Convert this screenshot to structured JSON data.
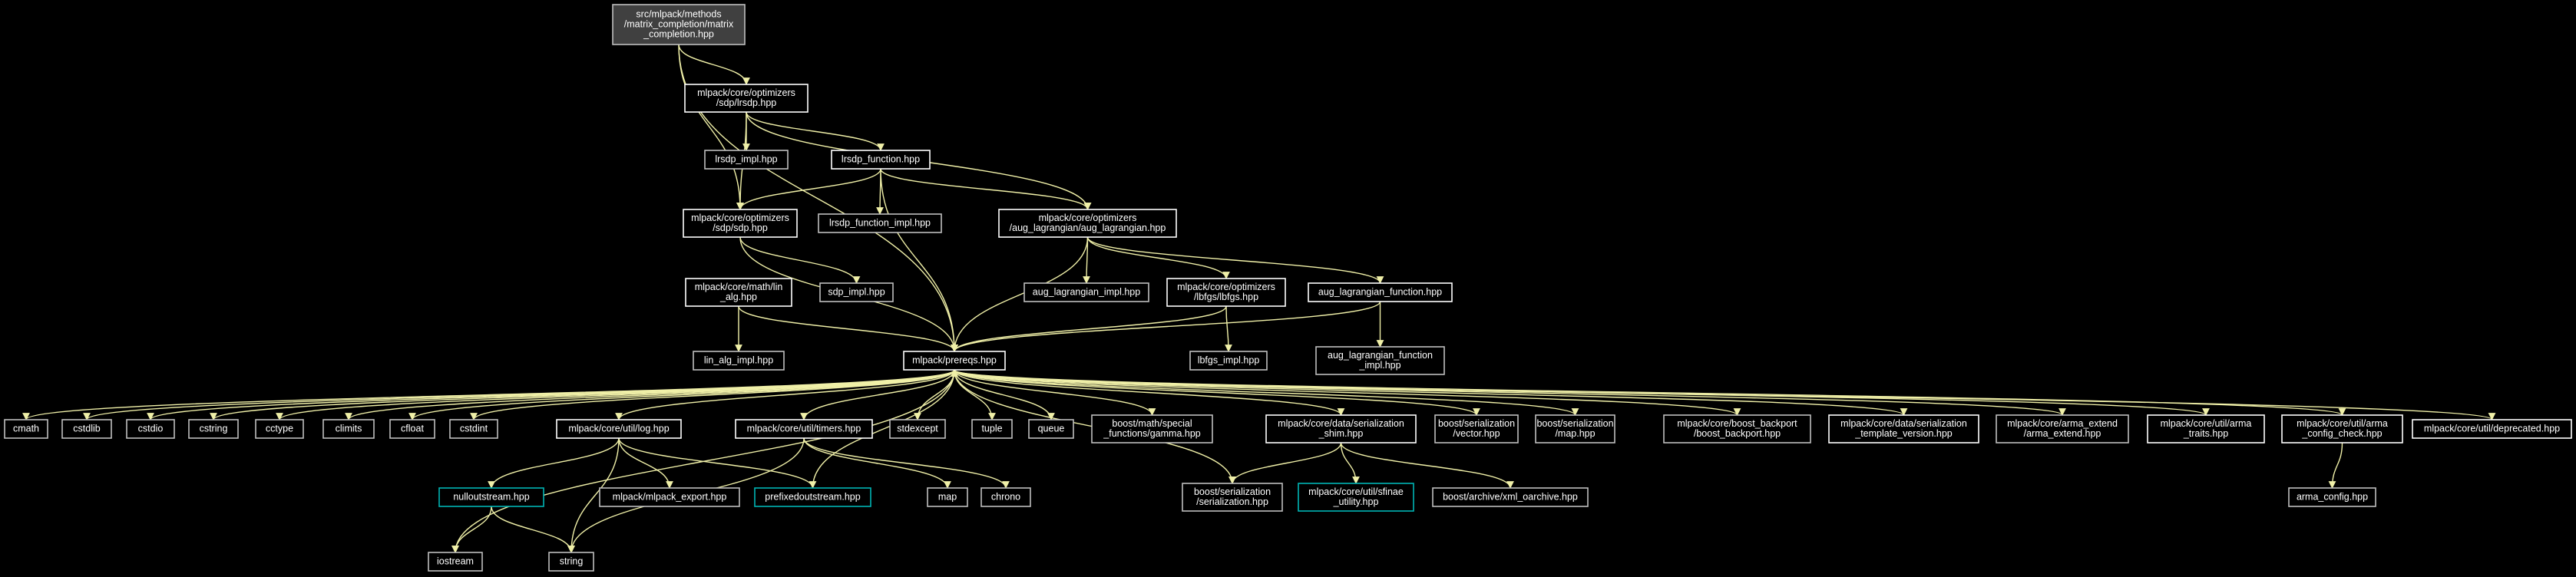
{
  "graph": {
    "colors": {
      "background": "#000000",
      "edge": "#f0f0a8",
      "root_fill": "#404040",
      "border_linked": "#ffffff",
      "border_plain": "#bfbfbf",
      "border_highlight": "#00b4b4",
      "text": "#ffffff"
    },
    "nodes": [
      {
        "id": "root",
        "lines": [
          "src/mlpack/methods",
          "/matrix_completion/matrix",
          "_completion.hpp"
        ],
        "style": "root"
      },
      {
        "id": "lrsdp",
        "lines": [
          "mlpack/core/optimizers",
          "/sdp/lrsdp.hpp"
        ],
        "style": "linked"
      },
      {
        "id": "lrsdp_impl",
        "lines": [
          "lrsdp_impl.hpp"
        ],
        "style": "plain"
      },
      {
        "id": "lrsdp_function",
        "lines": [
          "lrsdp_function.hpp"
        ],
        "style": "linked"
      },
      {
        "id": "sdp",
        "lines": [
          "mlpack/core/optimizers",
          "/sdp/sdp.hpp"
        ],
        "style": "linked"
      },
      {
        "id": "lrsdp_function_impl",
        "lines": [
          "lrsdp_function_impl.hpp"
        ],
        "style": "plain"
      },
      {
        "id": "aug_lag",
        "lines": [
          "mlpack/core/optimizers",
          "/aug_lagrangian/aug_lagrangian.hpp"
        ],
        "style": "linked"
      },
      {
        "id": "lin_alg",
        "lines": [
          "mlpack/core/math/lin",
          "_alg.hpp"
        ],
        "style": "linked"
      },
      {
        "id": "sdp_impl",
        "lines": [
          "sdp_impl.hpp"
        ],
        "style": "plain"
      },
      {
        "id": "aug_lag_impl",
        "lines": [
          "aug_lagrangian_impl.hpp"
        ],
        "style": "plain"
      },
      {
        "id": "lbfgs",
        "lines": [
          "mlpack/core/optimizers",
          "/lbfgs/lbfgs.hpp"
        ],
        "style": "linked"
      },
      {
        "id": "aug_lag_func",
        "lines": [
          "aug_lagrangian_function.hpp"
        ],
        "style": "linked"
      },
      {
        "id": "lin_alg_impl",
        "lines": [
          "lin_alg_impl.hpp"
        ],
        "style": "plain"
      },
      {
        "id": "prereqs",
        "lines": [
          "mlpack/prereqs.hpp"
        ],
        "style": "linked"
      },
      {
        "id": "lbfgs_impl",
        "lines": [
          "lbfgs_impl.hpp"
        ],
        "style": "plain"
      },
      {
        "id": "aug_lag_func_impl",
        "lines": [
          "aug_lagrangian_function",
          "_impl.hpp"
        ],
        "style": "plain"
      },
      {
        "id": "cmath",
        "lines": [
          "cmath"
        ],
        "style": "plain"
      },
      {
        "id": "cstdlib",
        "lines": [
          "cstdlib"
        ],
        "style": "plain"
      },
      {
        "id": "cstdio",
        "lines": [
          "cstdio"
        ],
        "style": "plain"
      },
      {
        "id": "cstring",
        "lines": [
          "cstring"
        ],
        "style": "plain"
      },
      {
        "id": "cctype",
        "lines": [
          "cctype"
        ],
        "style": "plain"
      },
      {
        "id": "climits",
        "lines": [
          "climits"
        ],
        "style": "plain"
      },
      {
        "id": "cfloat",
        "lines": [
          "cfloat"
        ],
        "style": "plain"
      },
      {
        "id": "cstdint",
        "lines": [
          "cstdint"
        ],
        "style": "plain"
      },
      {
        "id": "log",
        "lines": [
          "mlpack/core/util/log.hpp"
        ],
        "style": "linked"
      },
      {
        "id": "timers",
        "lines": [
          "mlpack/core/util/timers.hpp"
        ],
        "style": "linked"
      },
      {
        "id": "stdexcept",
        "lines": [
          "stdexcept"
        ],
        "style": "plain"
      },
      {
        "id": "tuple",
        "lines": [
          "tuple"
        ],
        "style": "plain"
      },
      {
        "id": "queue",
        "lines": [
          "queue"
        ],
        "style": "plain"
      },
      {
        "id": "gamma",
        "lines": [
          "boost/math/special",
          "_functions/gamma.hpp"
        ],
        "style": "plain"
      },
      {
        "id": "ser_shim",
        "lines": [
          "mlpack/core/data/serialization",
          "_shim.hpp"
        ],
        "style": "linked"
      },
      {
        "id": "ser_vector",
        "lines": [
          "boost/serialization",
          "/vector.hpp"
        ],
        "style": "plain"
      },
      {
        "id": "ser_map",
        "lines": [
          "boost/serialization",
          "/map.hpp"
        ],
        "style": "plain"
      },
      {
        "id": "boost_backport",
        "lines": [
          "mlpack/core/boost_backport",
          "/boost_backport.hpp"
        ],
        "style": "plain"
      },
      {
        "id": "ser_template",
        "lines": [
          "mlpack/core/data/serialization",
          "_template_version.hpp"
        ],
        "style": "linked"
      },
      {
        "id": "arma_extend",
        "lines": [
          "mlpack/core/arma_extend",
          "/arma_extend.hpp"
        ],
        "style": "plain"
      },
      {
        "id": "arma_traits",
        "lines": [
          "mlpack/core/util/arma",
          "_traits.hpp"
        ],
        "style": "linked"
      },
      {
        "id": "arma_config_check",
        "lines": [
          "mlpack/core/util/arma",
          "_config_check.hpp"
        ],
        "style": "linked"
      },
      {
        "id": "deprecated",
        "lines": [
          "mlpack/core/util/deprecated.hpp"
        ],
        "style": "linked"
      },
      {
        "id": "nulloutstream",
        "lines": [
          "nulloutstream.hpp"
        ],
        "style": "highlight"
      },
      {
        "id": "mlpack_export",
        "lines": [
          "mlpack/mlpack_export.hpp"
        ],
        "style": "plain"
      },
      {
        "id": "prefixedoutstream",
        "lines": [
          "prefixedoutstream.hpp"
        ],
        "style": "highlight"
      },
      {
        "id": "map",
        "lines": [
          "map"
        ],
        "style": "plain"
      },
      {
        "id": "chrono",
        "lines": [
          "chrono"
        ],
        "style": "plain"
      },
      {
        "id": "ser_serialization",
        "lines": [
          "boost/serialization",
          "/serialization.hpp"
        ],
        "style": "plain"
      },
      {
        "id": "sfinae",
        "lines": [
          "mlpack/core/util/sfinae",
          "_utility.hpp"
        ],
        "style": "highlight"
      },
      {
        "id": "xml_oarchive",
        "lines": [
          "boost/archive/xml_oarchive.hpp"
        ],
        "style": "plain"
      },
      {
        "id": "arma_config",
        "lines": [
          "arma_config.hpp"
        ],
        "style": "plain"
      },
      {
        "id": "iostream",
        "lines": [
          "iostream"
        ],
        "style": "plain"
      },
      {
        "id": "string",
        "lines": [
          "string"
        ],
        "style": "plain"
      }
    ],
    "edges": [
      [
        "root",
        "lrsdp"
      ],
      [
        "root",
        "sdp"
      ],
      [
        "root",
        "prereqs"
      ],
      [
        "lrsdp",
        "lrsdp_impl"
      ],
      [
        "lrsdp",
        "lrsdp_function"
      ],
      [
        "lrsdp",
        "sdp"
      ],
      [
        "lrsdp",
        "aug_lag"
      ],
      [
        "lrsdp_function",
        "sdp"
      ],
      [
        "lrsdp_function",
        "lrsdp_function_impl"
      ],
      [
        "lrsdp_function",
        "aug_lag"
      ],
      [
        "lrsdp_function",
        "prereqs"
      ],
      [
        "sdp",
        "sdp_impl"
      ],
      [
        "sdp",
        "prereqs"
      ],
      [
        "aug_lag",
        "prereqs"
      ],
      [
        "aug_lag",
        "aug_lag_impl"
      ],
      [
        "aug_lag",
        "lbfgs"
      ],
      [
        "aug_lag",
        "aug_lag_func"
      ],
      [
        "lin_alg",
        "prereqs"
      ],
      [
        "lin_alg",
        "lin_alg_impl"
      ],
      [
        "lbfgs",
        "prereqs"
      ],
      [
        "lbfgs",
        "lbfgs_impl"
      ],
      [
        "aug_lag_func",
        "prereqs"
      ],
      [
        "aug_lag_func",
        "aug_lag_func_impl"
      ],
      [
        "prereqs",
        "cmath"
      ],
      [
        "prereqs",
        "cstdlib"
      ],
      [
        "prereqs",
        "cstdio"
      ],
      [
        "prereqs",
        "cstring"
      ],
      [
        "prereqs",
        "cctype"
      ],
      [
        "prereqs",
        "climits"
      ],
      [
        "prereqs",
        "cfloat"
      ],
      [
        "prereqs",
        "cstdint"
      ],
      [
        "prereqs",
        "log"
      ],
      [
        "prereqs",
        "timers"
      ],
      [
        "prereqs",
        "stdexcept"
      ],
      [
        "prereqs",
        "tuple"
      ],
      [
        "prereqs",
        "queue"
      ],
      [
        "prereqs",
        "gamma"
      ],
      [
        "prereqs",
        "ser_shim"
      ],
      [
        "prereqs",
        "ser_vector"
      ],
      [
        "prereqs",
        "ser_map"
      ],
      [
        "prereqs",
        "boost_backport"
      ],
      [
        "prereqs",
        "ser_template"
      ],
      [
        "prereqs",
        "arma_extend"
      ],
      [
        "prereqs",
        "arma_traits"
      ],
      [
        "prereqs",
        "arma_config_check"
      ],
      [
        "prereqs",
        "deprecated"
      ],
      [
        "prereqs",
        "iostream"
      ],
      [
        "prereqs",
        "ser_serialization"
      ],
      [
        "log",
        "nulloutstream"
      ],
      [
        "log",
        "mlpack_export"
      ],
      [
        "log",
        "prefixedoutstream"
      ],
      [
        "log",
        "string"
      ],
      [
        "prefixedoutstream",
        "prereqs"
      ],
      [
        "nulloutstream",
        "iostream"
      ],
      [
        "nulloutstream",
        "string"
      ],
      [
        "timers",
        "map"
      ],
      [
        "timers",
        "chrono"
      ],
      [
        "timers",
        "string"
      ],
      [
        "ser_shim",
        "ser_serialization"
      ],
      [
        "ser_shim",
        "sfinae"
      ],
      [
        "ser_shim",
        "xml_oarchive"
      ],
      [
        "arma_config_check",
        "arma_config"
      ]
    ]
  }
}
